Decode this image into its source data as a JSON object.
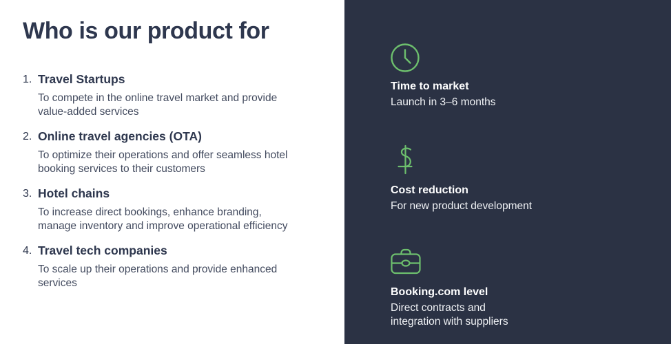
{
  "slide": {
    "title": "Who is our product for",
    "colors": {
      "panel_background": "#2b3244",
      "accent_green": "#6dbf6d",
      "text_navy": "#2e374e",
      "text_white": "#ffffff"
    },
    "audience_list": [
      {
        "number": "1.",
        "heading": "Travel Startups",
        "description": "To compete in the online travel market and provide\nvalue-added services"
      },
      {
        "number": "2.",
        "heading": "Online travel agencies (OTA)",
        "description": "To optimize their operations and offer seamless hotel\nbooking services to their customers"
      },
      {
        "number": "3.",
        "heading": "Hotel chains",
        "description": "To increase direct bookings, enhance branding,\nmanage inventory and improve operational efficiency"
      },
      {
        "number": "4.",
        "heading": "Travel tech companies",
        "description": "To scale up their operations and provide enhanced\nservices"
      }
    ],
    "benefits": [
      {
        "icon": "clock-icon",
        "title": "Time to market",
        "description": "Launch in 3–6 months"
      },
      {
        "icon": "dollar-icon",
        "title": "Cost reduction",
        "description": "For new product development"
      },
      {
        "icon": "briefcase-icon",
        "title": "Booking.com level",
        "description": "Direct contracts and\nintegration with suppliers"
      }
    ]
  }
}
